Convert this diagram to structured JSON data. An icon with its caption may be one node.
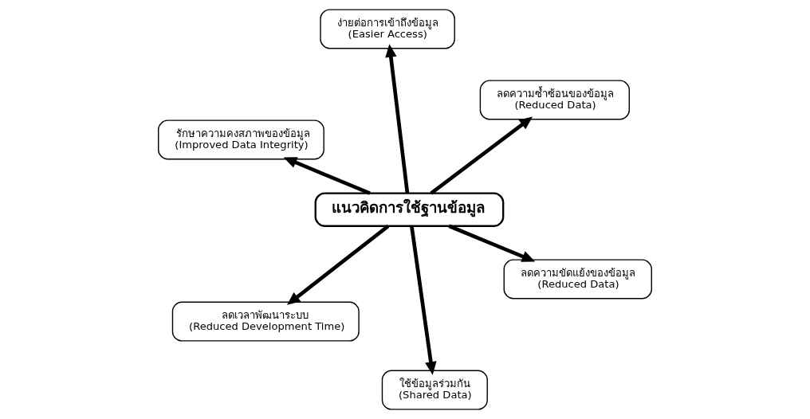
{
  "diagram": {
    "nodes": [
      {
        "text": [
          "รักษาความคงสภาพของข้อมูล",
          "(Improved Data Integrity)"
        ]
      },
      {
        "text": [
          "ลดความขัดแย้งของข้อมูล",
          "(Reduced Data)"
        ]
      },
      {
        "text": [
          "ใช้ข้อมูลร่วมกัน",
          "(Shared Data)"
        ]
      },
      {
        "text": [
          "แนวคิดการใช้ฐานข้อมูล"
        ]
      },
      {
        "text": [
          "ลดความซ้ำซ้อนของข้อมูล",
          "(Reduced Data)"
        ]
      },
      {
        "text": [
          "ง่ายต่อการเข้าถึงข้อมูล",
          "(Easier Access)"
        ]
      },
      {
        "text": [
          "ลดเวลาพัฒนาระบบ",
          "(Reduced Development Time)"
        ]
      }
    ],
    "edges": [
      {
        "from": 3,
        "to": 0,
        "arrow": "to"
      },
      {
        "from": 3,
        "to": 1,
        "arrow": "to"
      },
      {
        "from": 3,
        "to": 2,
        "arrow": "to"
      },
      {
        "from": 3,
        "to": 4,
        "arrow": "to"
      },
      {
        "from": 3,
        "to": 5,
        "arrow": "to"
      },
      {
        "from": 3,
        "to": 6,
        "arrow": "to"
      }
    ]
  }
}
